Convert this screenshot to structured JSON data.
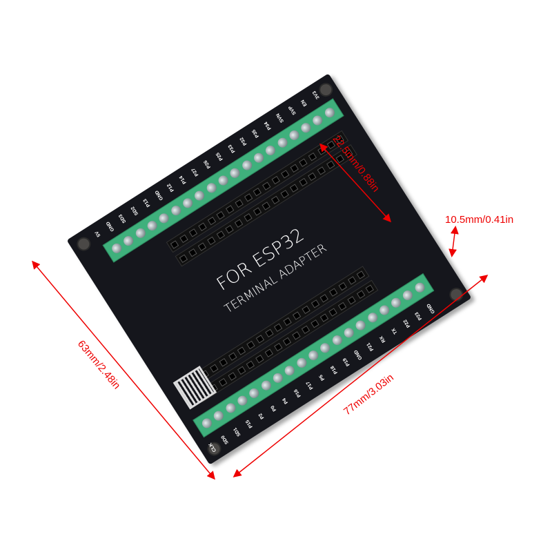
{
  "board": {
    "line1": "FOR ESP32",
    "line2": "TERMINAL ADAPTER",
    "top_pins": [
      "5V",
      "GND",
      "SD3",
      "SD2",
      "P13",
      "GND",
      "P12",
      "P14",
      "P27",
      "P26",
      "P25",
      "P33",
      "P32",
      "P35",
      "P34",
      "SVN",
      "SVP",
      "EN",
      "3V3"
    ],
    "bottom_pins": [
      "CLK",
      "SD0",
      "SD1",
      "P15",
      "P2",
      "P0",
      "P4",
      "P16",
      "P17",
      "P5",
      "P18",
      "P19",
      "GND",
      "P21",
      "RX",
      "TX",
      "P22",
      "P23",
      "GND"
    ]
  },
  "dimensions": {
    "header_gap": "22.5mm/0.88in",
    "hole_offset": "10.5mm/0.41in",
    "width": "77mm/3.03in",
    "height": "63mm/2.48in"
  },
  "colors": {
    "annotation": "#e00000",
    "terminal": "#3fb07c",
    "pcb": "#15161c"
  }
}
